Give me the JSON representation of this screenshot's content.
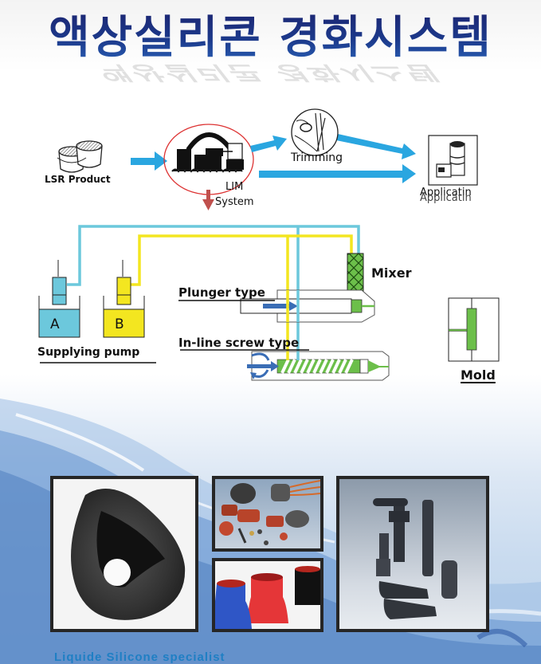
{
  "title": "액상실리콘 경화시스템",
  "flow": {
    "lsr_product": "LSR Product",
    "lim_system_line1": "LIM",
    "lim_system_line2": "System",
    "trimming": "Trimming",
    "application": "Applicatin"
  },
  "pump": {
    "tank_a": "A",
    "tank_b": "B",
    "label": "Supplying pump"
  },
  "machine": {
    "mixer": "Mixer",
    "plunger_type": "Plunger type",
    "inline_screw_type": "In-line screw type",
    "mold": "Mold"
  },
  "colors": {
    "flow_arrow": "#2aa6e0",
    "line_a": "#6cc8dc",
    "line_b": "#f3e620",
    "mixer_green": "#6cbf4a",
    "down_arrow": "#c0504d",
    "title_blue": "#1c3a8c",
    "footer_blue": "#1f7fc4"
  },
  "photos": [
    {
      "name": "photo-mask",
      "description": "black silicone mask part"
    },
    {
      "name": "photo-connectors",
      "description": "red silicone connector seals"
    },
    {
      "name": "photo-couplers",
      "description": "blue red black silicone couplers"
    },
    {
      "name": "photo-boots",
      "description": "grey silicone spark plug boots"
    }
  ],
  "footer": "Liquide Silicone specialist"
}
